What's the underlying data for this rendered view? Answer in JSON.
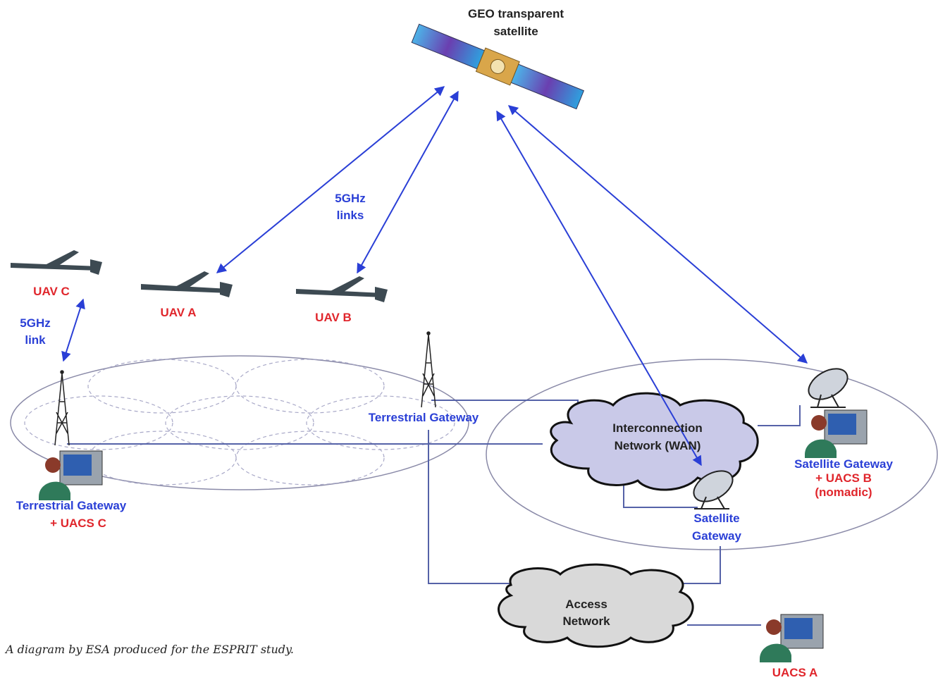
{
  "satellite": {
    "label_line1": "GEO transparent",
    "label_line2": "satellite"
  },
  "links": {
    "uav_ab_line1": "5GHz",
    "uav_ab_line2": "links",
    "uav_c_line1": "5GHz",
    "uav_c_line2": "link"
  },
  "uavs": {
    "c": "UAV C",
    "a": "UAV A",
    "b": "UAV B"
  },
  "terrestrial_gateway": {
    "label": "Terrestrial Gateway"
  },
  "terrestrial_gateway_c": {
    "line1": "Terrestrial Gateway",
    "line2": "+ UACS C"
  },
  "interconnection": {
    "line1": "Interconnection",
    "line2": "Network (WAN)"
  },
  "satellite_gateway_b": {
    "line1": "Satellite Gateway",
    "line2": "+ UACS B",
    "line3": "(nomadic)"
  },
  "satellite_gateway": {
    "line1": "Satellite",
    "line2": "Gateway"
  },
  "access_network": {
    "line1": "Access",
    "line2": "Network"
  },
  "uacs_a": {
    "label": "UACS A"
  },
  "caption": "A diagram by ESA produced for the ESPRIT study.",
  "colors": {
    "link": "#2a3fd6",
    "uav_label": "#e0262c",
    "cloud": "#c9c9e8",
    "access_cloud": "#d9d9d9"
  }
}
